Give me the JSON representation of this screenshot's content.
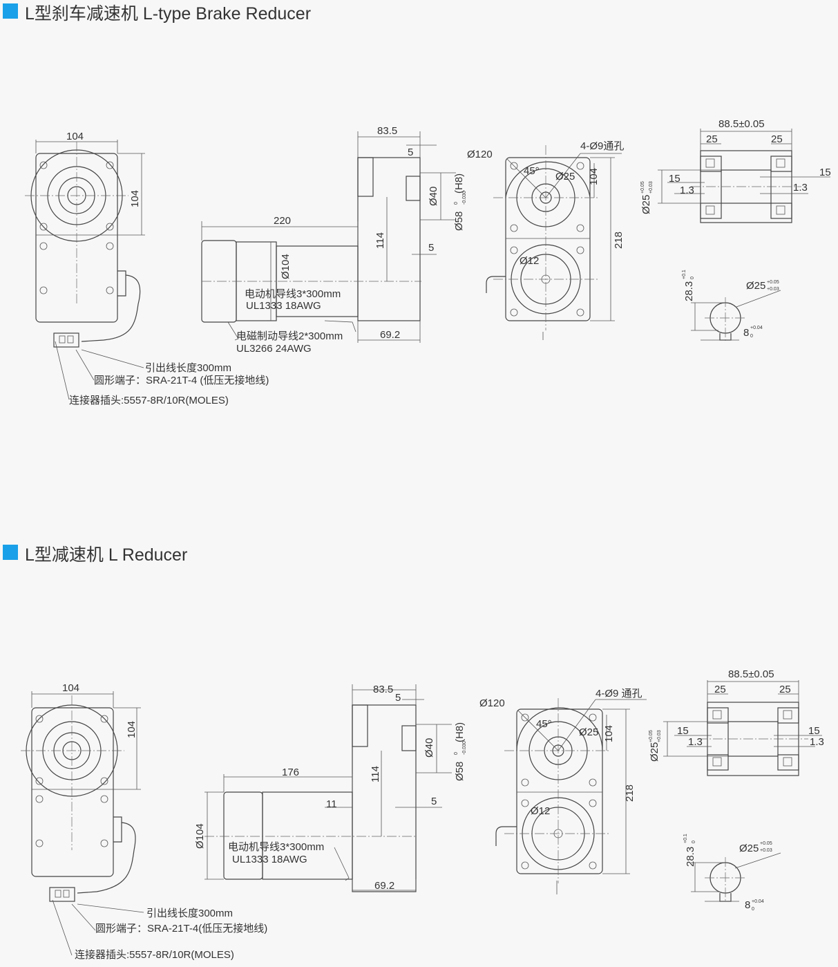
{
  "sections": [
    {
      "title": "L型刹车减速机 L-type Brake Reducer",
      "dims": {
        "front_width": "104",
        "front_height": "104",
        "side_top": "83.5",
        "side_five_top": "5",
        "motor_length": "220",
        "height_114": "114",
        "side_five_mid": "5",
        "motor_dia": "Ø104",
        "bottom_692": "69.2",
        "bore_40": "Ø40",
        "bore_58": "Ø58",
        "tol_58_upper": "0",
        "tol_58_lower": "-0.030",
        "fit": "(H8)",
        "flange_120": "Ø120",
        "holes": "4-Ø9通孔",
        "angle": "45°",
        "pilot_25": "Ø25",
        "face_104": "104",
        "face_218": "218",
        "shaft_12": "Ø12",
        "gear_885": "88.5±0.05",
        "gear_25_left": "25",
        "gear_25_right": "25",
        "gear_15_left": "15",
        "gear_15_right": "15",
        "gear_13_left": "1.3",
        "gear_13_right": "1.3",
        "gear_bore": "Ø25",
        "gear_bore_tol_upper": "+0.05",
        "gear_bore_tol_lower": "+0.03",
        "key_283": "28.3",
        "key_283_tol_upper": "+0.1",
        "key_283_tol_lower": "0",
        "key_bore": "Ø25",
        "key_bore_tol_upper": "+0.05",
        "key_bore_tol_lower": "+0.03",
        "key_width": "8",
        "key_width_tol_upper": "+0.04",
        "key_width_tol_lower": "0"
      },
      "notes": {
        "motor_lead_1": "电动机导线3*300mm",
        "motor_lead_2": "UL1333  18AWG",
        "brake_lead_1": "电磁制动导线2*300mm",
        "brake_lead_2": "UL3266  24AWG",
        "lead_length": "引出线长度300mm",
        "terminal": "圆形端子：SRA-21T-4 (低压无接地线)",
        "connector": "连接器插头:5557-8R/10R(MOLES)"
      }
    },
    {
      "title": "L型减速机 L Reducer",
      "dims": {
        "front_width": "104",
        "front_height": "104",
        "side_top": "83.5",
        "side_five_top": "5",
        "motor_length": "176",
        "dim_11": "11",
        "height_114": "114",
        "side_five_mid": "5",
        "motor_dia": "Ø104",
        "bottom_692": "69.2",
        "bore_40": "Ø40",
        "bore_58": "Ø58",
        "tol_58_upper": "0",
        "tol_58_lower": "-0.030",
        "fit": "(H8)",
        "flange_120": "Ø120",
        "holes": "4-Ø9 通孔",
        "angle": "45°",
        "pilot_25": "Ø25",
        "face_104": "104",
        "face_218": "218",
        "shaft_12": "Ø12",
        "gear_885": "88.5±0.05",
        "gear_25_left": "25",
        "gear_25_right": "25",
        "gear_15_left": "15",
        "gear_15_right": "15",
        "gear_13_left": "1.3",
        "gear_13_right": "1.3",
        "gear_bore": "Ø25",
        "gear_bore_tol_upper": "+0.05",
        "gear_bore_tol_lower": "+0.03",
        "key_283": "28.3",
        "key_283_tol_upper": "+0.1",
        "key_283_tol_lower": "0",
        "key_bore": "Ø25",
        "key_bore_tol_upper": "+0.05",
        "key_bore_tol_lower": "+0.03",
        "key_width": "8",
        "key_width_tol_upper": "+0.04",
        "key_width_tol_lower": "0"
      },
      "notes": {
        "motor_lead_1": "电动机导线3*300mm",
        "motor_lead_2": "UL1333  18AWG",
        "lead_length": "引出线长度300mm",
        "terminal": "圆形端子：SRA-21T-4(低压无接地线)",
        "connector": "连接器插头:5557-8R/10R(MOLES)"
      }
    }
  ]
}
